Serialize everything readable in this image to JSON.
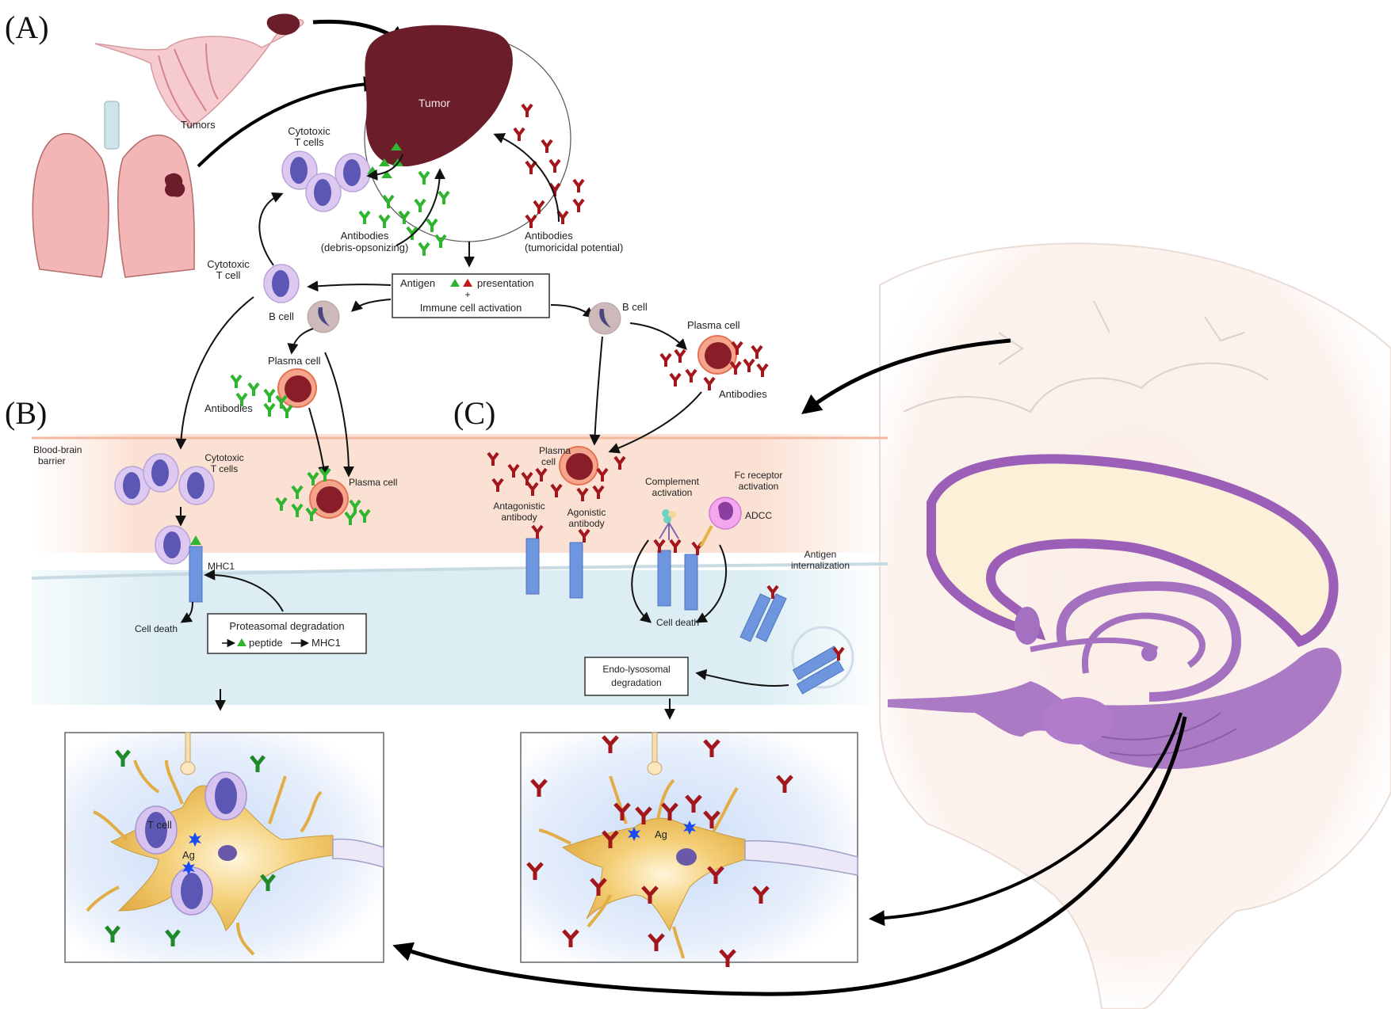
{
  "figure": {
    "panels": {
      "A": "(A)",
      "B": "(B)",
      "C": "(C)"
    },
    "colors": {
      "tumor": "#6b1e2a",
      "green_antibody": "#2fb52f",
      "dark_green_antibody": "#1f8a2a",
      "red_antibody": "#a3161c",
      "t_cell_outer": "#d9c4ef",
      "t_cell_nucleus": "#5b55b0",
      "b_cell_outer": "#c9b6b6",
      "plasma_cell_outer": "#f08a6a",
      "plasma_cell_nucleus": "#8a1f2a",
      "receptor_blue": "#6d96de",
      "neuron": "#e8b952",
      "brain_purple": "#a470c0",
      "corpus_callosum": "#fdf0d8",
      "bbb_band": "#fbe3d8",
      "cell_membrane_zone": "#e3f1f6"
    },
    "panel_a": {
      "organs_label": "Tumors",
      "tumor_label": "Tumor",
      "cytotoxic_t_cells_label_1": "Cytotoxic",
      "cytotoxic_t_cells_label_2": "T cells",
      "antibodies_debris_1": "Antibodies",
      "antibodies_debris_2": "(debris-opsonizing)",
      "antibodies_tumoricidal_1": "Antibodies",
      "antibodies_tumoricidal_2": "(tumoricidal potential)",
      "antigen_box_line1_a": "Antigen",
      "antigen_box_line1_b": "presentation",
      "antigen_box_plus": "+",
      "antigen_box_line2": "Immune cell activation",
      "cytotoxic_t_cell_1": "Cytotoxic",
      "cytotoxic_t_cell_2": "T cell",
      "b_cell_left": "B cell",
      "b_cell_right": "B cell",
      "plasma_cell_left": "Plasma cell",
      "plasma_cell_right": "Plasma cell",
      "antibodies_left": "Antibodies",
      "antibodies_right": "Antibodies"
    },
    "panel_b": {
      "bbb_label_1": "Blood-brain",
      "bbb_label_2": "barrier",
      "cytotoxic_t_cells_1": "Cytotoxic",
      "cytotoxic_t_cells_2": "T cells",
      "plasma_cell": "Plasma cell",
      "mhc1": "MHC1",
      "cell_death": "Cell death",
      "proteasomal_box_line1": "Proteasomal degradation",
      "proteasomal_box_line2_a": "peptide",
      "proteasomal_box_line2_b": "MHC1",
      "neuron_t_cell": "T cell",
      "neuron_ag": "Ag"
    },
    "panel_c": {
      "plasma_cell_1": "Plasma",
      "plasma_cell_2": "cell",
      "antagonistic_1": "Antagonistic",
      "antagonistic_2": "antibody",
      "agonistic_1": "Agonistic",
      "agonistic_2": "antibody",
      "complement_1": "Complement",
      "complement_2": "activation",
      "fc_1": "Fc receptor",
      "fc_2": "activation",
      "adcc": "ADCC",
      "cell_death": "Cell death",
      "antigen_internal_1": "Antigen",
      "antigen_internal_2": "internalization",
      "endo_box_1": "Endo-lysosomal",
      "endo_box_2": "degradation",
      "neuron_ag": "Ag"
    }
  }
}
